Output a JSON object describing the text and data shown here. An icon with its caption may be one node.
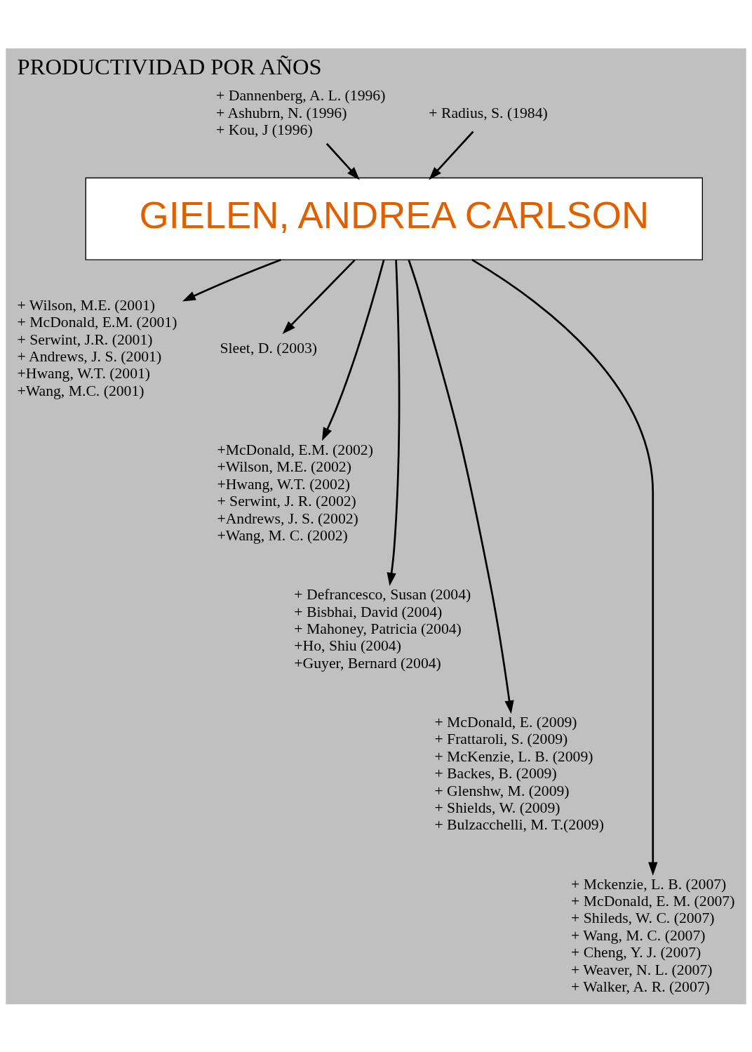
{
  "diagram": {
    "title": "PRODUCTIVIDAD POR AÑOS",
    "nodes": [
      {
        "text": [
          "+ Dannenberg, A. L. (1996)",
          "+ Ashubrn, N. (1996)",
          "+ Kou, J (1996)"
        ]
      },
      {
        "text": [
          "+ Radius, S. (1984)"
        ]
      },
      {
        "text": [
          "GIELEN, ANDREA CARLSON"
        ]
      },
      {
        "text": [
          "+ Wilson, M.E. (2001)",
          "+ McDonald, E.M. (2001)",
          "+ Serwint, J.R. (2001)",
          "+ Andrews, J. S. (2001)",
          "+Hwang, W.T. (2001)",
          "+Wang, M.C. (2001)"
        ]
      },
      {
        "text": [
          "Sleet, D. (2003)"
        ]
      },
      {
        "text": [
          "+McDonald, E.M. (2002)",
          "+Wilson, M.E. (2002)",
          "+Hwang, W.T. (2002)",
          "+ Serwint, J. R. (2002)",
          "+Andrews, J. S. (2002)",
          "+Wang, M. C. (2002)"
        ]
      },
      {
        "text": [
          "+ Defrancesco, Susan (2004)",
          "+ Bisbhai, David (2004)",
          "+ Mahoney, Patricia (2004)",
          "+Ho, Shiu (2004)",
          "+Guyer, Bernard (2004)"
        ]
      },
      {
        "text": [
          "+ McDonald, E. (2009)",
          "+ Frattaroli, S. (2009)",
          "+ McKenzie, L. B. (2009)",
          "+ Backes, B. (2009)",
          "+ Glenshw, M. (2009)",
          "+ Shields, W. (2009)",
          "+ Bulzacchelli, M. T.(2009)"
        ]
      },
      {
        "text": [
          "+ Mckenzie, L. B. (2007)",
          "+ McDonald, E. M. (2007)",
          "+ Shileds, W. C. (2007)",
          "+ Wang, M. C. (2007)",
          "+ Cheng, Y. J. (2007)",
          "+ Weaver, N. L. (2007)",
          "+ Walker, A. R. (2007)"
        ]
      }
    ],
    "edges": [
      {
        "from": 1,
        "to": 2,
        "arrow": "to"
      },
      {
        "from": 0,
        "to": 2,
        "arrow": "to"
      },
      {
        "from": 2,
        "to": 3,
        "arrow": "to"
      },
      {
        "from": 2,
        "to": 8,
        "arrow": "to"
      },
      {
        "from": 2,
        "to": 4,
        "arrow": "to"
      },
      {
        "from": 2,
        "to": 5,
        "arrow": "to"
      },
      {
        "from": 2,
        "to": 6,
        "arrow": "to"
      },
      {
        "from": 2,
        "to": 7,
        "arrow": "to"
      }
    ]
  }
}
